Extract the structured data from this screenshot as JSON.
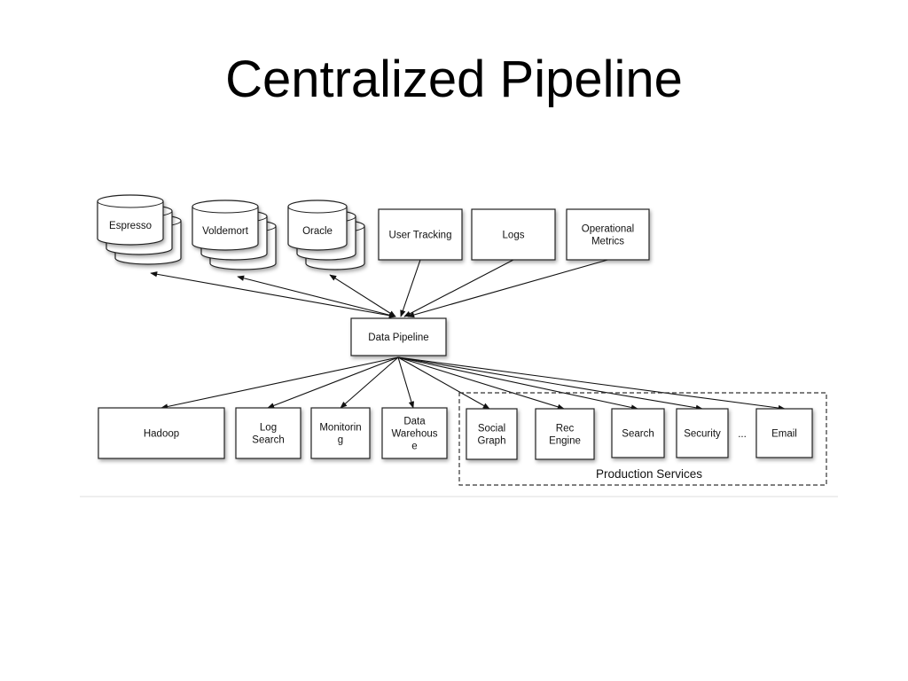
{
  "slide": {
    "title": "Centralized Pipeline"
  },
  "diagram": {
    "sources": {
      "databases": [
        {
          "id": "espresso",
          "label": "Espresso"
        },
        {
          "id": "voldemort",
          "label": "Voldemort"
        },
        {
          "id": "oracle",
          "label": "Oracle"
        }
      ],
      "streams": [
        {
          "id": "user-tracking",
          "label": [
            "User Tracking"
          ]
        },
        {
          "id": "logs",
          "label": [
            "Logs"
          ]
        },
        {
          "id": "operational-metrics",
          "label": [
            "Operational",
            "Metrics"
          ]
        }
      ]
    },
    "hub": {
      "id": "data-pipeline",
      "label": "Data Pipeline"
    },
    "consumers": [
      {
        "id": "hadoop",
        "label": [
          "Hadoop"
        ]
      },
      {
        "id": "log-search",
        "label": [
          "Log",
          "Search"
        ]
      },
      {
        "id": "monitoring",
        "label": [
          "Monitorin",
          "g"
        ]
      },
      {
        "id": "data-warehouse",
        "label": [
          "Data",
          "Warehous",
          "e"
        ]
      }
    ],
    "production_services": {
      "label": "Production Services",
      "items": [
        {
          "id": "social-graph",
          "label": [
            "Social",
            "Graph"
          ]
        },
        {
          "id": "rec-engine",
          "label": [
            "Rec",
            "Engine"
          ]
        },
        {
          "id": "search",
          "label": [
            "Search"
          ]
        },
        {
          "id": "security",
          "label": [
            "Security"
          ]
        },
        {
          "id": "email",
          "label": [
            "Email"
          ]
        }
      ],
      "ellipsis": "..."
    },
    "edges": [
      {
        "from": "data-pipeline",
        "to": "espresso",
        "bidirectional": true
      },
      {
        "from": "data-pipeline",
        "to": "voldemort",
        "bidirectional": true
      },
      {
        "from": "data-pipeline",
        "to": "oracle",
        "bidirectional": true
      },
      {
        "from": "user-tracking",
        "to": "data-pipeline"
      },
      {
        "from": "logs",
        "to": "data-pipeline"
      },
      {
        "from": "operational-metrics",
        "to": "data-pipeline"
      },
      {
        "from": "data-pipeline",
        "to": "hadoop"
      },
      {
        "from": "data-pipeline",
        "to": "log-search"
      },
      {
        "from": "data-pipeline",
        "to": "monitoring"
      },
      {
        "from": "data-pipeline",
        "to": "data-warehouse"
      },
      {
        "from": "data-pipeline",
        "to": "social-graph"
      },
      {
        "from": "data-pipeline",
        "to": "rec-engine"
      },
      {
        "from": "data-pipeline",
        "to": "search"
      },
      {
        "from": "data-pipeline",
        "to": "security"
      },
      {
        "from": "data-pipeline",
        "to": "email"
      }
    ]
  }
}
